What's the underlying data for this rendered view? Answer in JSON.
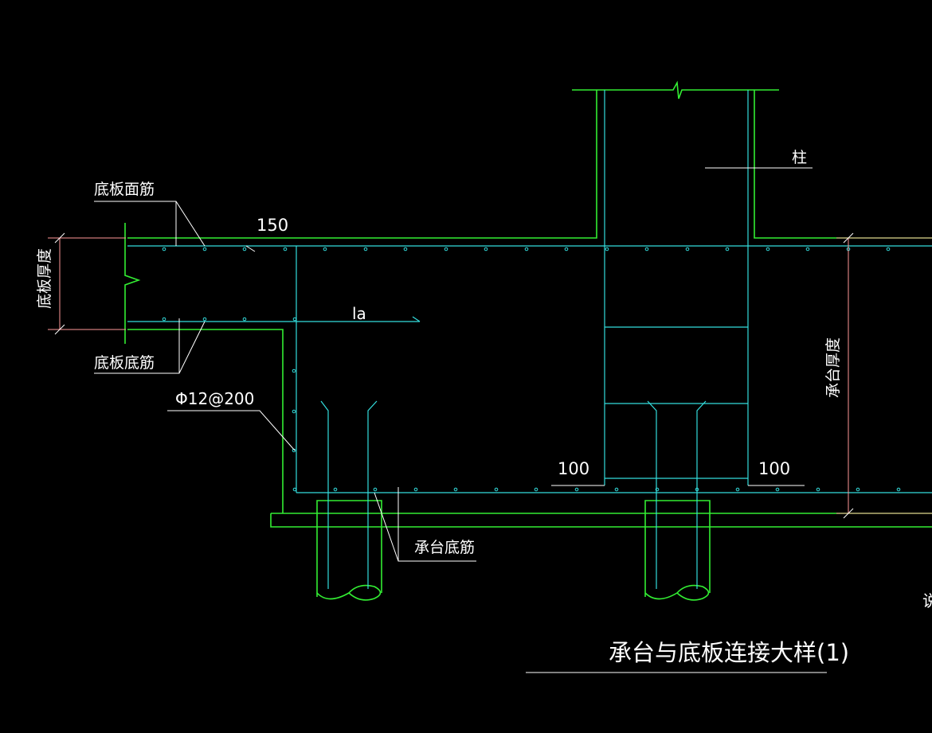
{
  "labels": {
    "slab_top_rebar": "底板面筋",
    "slab_bottom_rebar": "底板底筋",
    "slab_thickness": "底板厚度",
    "column": "柱",
    "dim_150": "150",
    "anchor_la": "la",
    "stirrup_spec": "Φ12@200",
    "dim_100_left": "100",
    "dim_100_right": "100",
    "cap_thickness": "承台厚度",
    "cap_bottom_rebar": "承台底筋",
    "edge_text": "说",
    "title": "承台与底板连接大样(1)"
  },
  "colors": {
    "background": "#000000",
    "concrete_outline": "#33ee33",
    "rebar": "#33dddd",
    "leader": "#ffffff",
    "dimension": "#ff9999",
    "text": "#ffffff"
  }
}
